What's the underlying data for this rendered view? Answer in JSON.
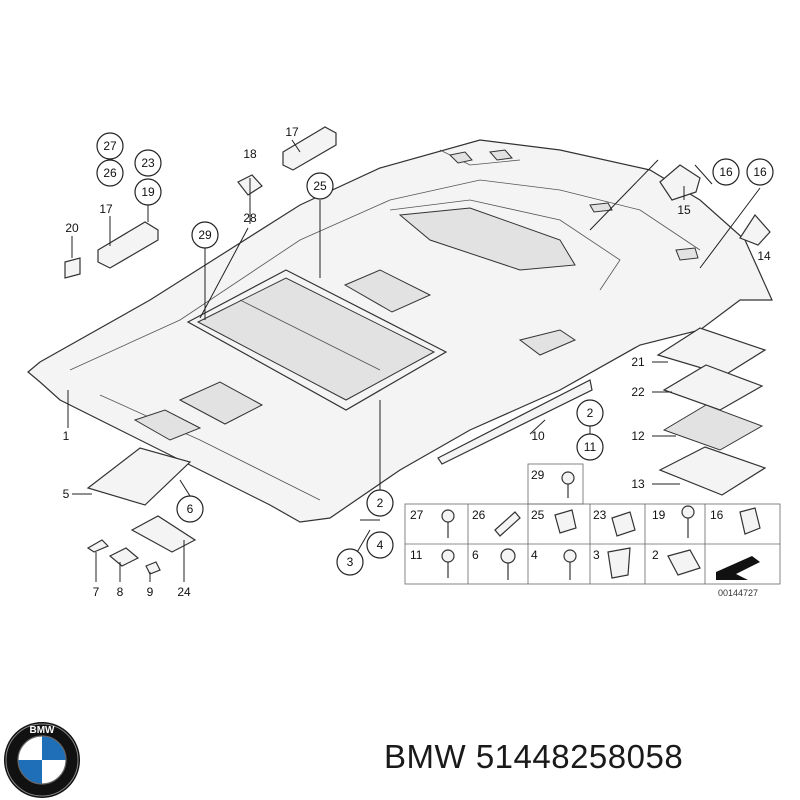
{
  "diagram": {
    "drawing_number": "00144727",
    "callouts": {
      "c27": "27",
      "c26": "26",
      "c23": "23",
      "c19": "19",
      "p17a": "17",
      "p20": "20",
      "p18": "18",
      "p28": "28",
      "p17b": "17",
      "c25": "25",
      "c29": "29",
      "c16a": "16",
      "c16b": "16",
      "p15": "15",
      "p14": "14",
      "p1": "1",
      "p21": "21",
      "p22": "22",
      "p12": "12",
      "p13": "13",
      "p10": "10",
      "c2a": "2",
      "c11": "11",
      "p5": "5",
      "c6": "6",
      "p7": "7",
      "p8": "8",
      "p9": "9",
      "p24": "24",
      "c2b": "2",
      "c3": "3",
      "c4": "4"
    },
    "grid": {
      "top": [
        "29"
      ],
      "row1": [
        "27",
        "26",
        "25",
        "23",
        "19",
        "16"
      ],
      "row2": [
        "11",
        "6",
        "4",
        "3",
        "2"
      ]
    }
  },
  "footer": {
    "brand_text": "BMW 51448258058",
    "logo_letters": "BMW"
  },
  "colors": {
    "line": "#222222",
    "fill": "#f4f4f4",
    "logo_blue": "#1f6fb8",
    "logo_ring": "#111111"
  }
}
